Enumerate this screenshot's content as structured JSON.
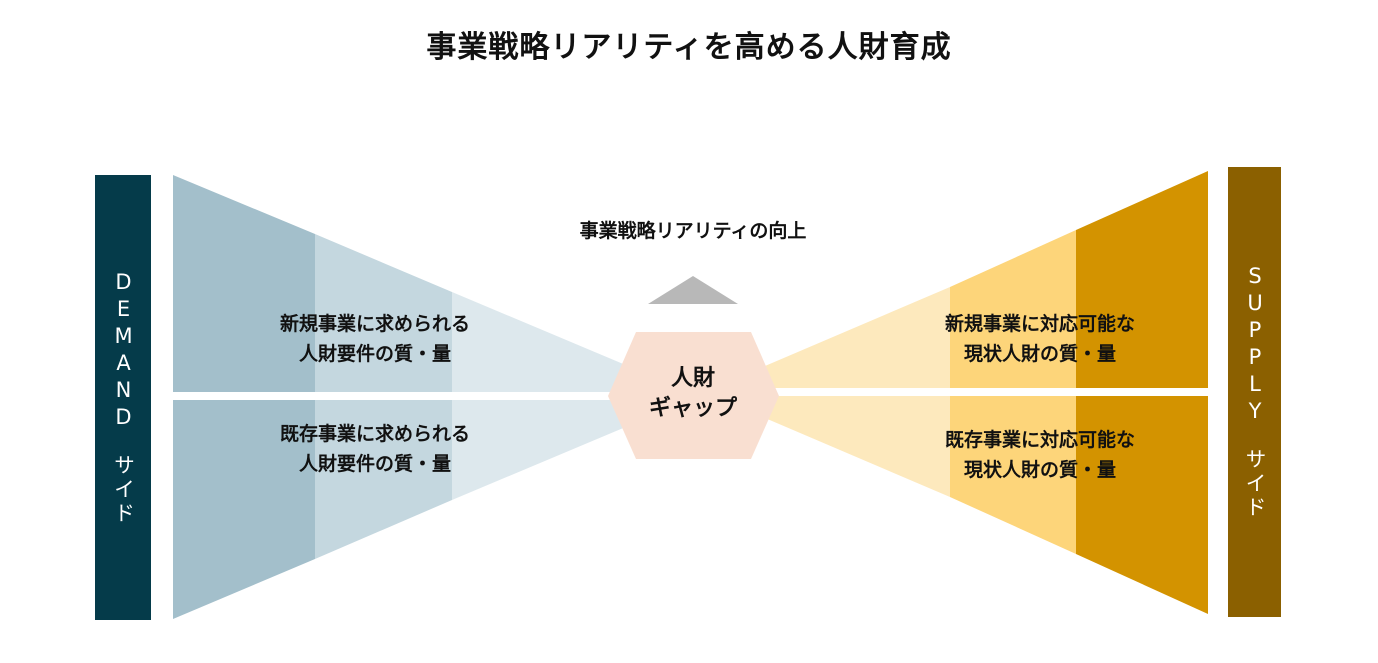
{
  "title": "事業戦略リアリティを高める人財育成",
  "demand": {
    "label_latin": "DEMAND",
    "label_kana": "サイド",
    "color": "#053b4a",
    "shades": [
      "#a3bfcb",
      "#c4d7df",
      "#dde8ed"
    ],
    "blocks": [
      {
        "line1": "新規事業に求められる",
        "line2": "人財要件の質・量"
      },
      {
        "line1": "既存事業に求められる",
        "line2": "人財要件の質・量"
      }
    ]
  },
  "supply": {
    "label_latin": "SUPPLY",
    "label_kana": "サイド",
    "color": "#8b6000",
    "shades": [
      "#d39300",
      "#fdd57a",
      "#fde9bd"
    ],
    "blocks": [
      {
        "line1": "新規事業に対応可能な",
        "line2": "現状人財の質・量"
      },
      {
        "line1": "既存事業に対応可能な",
        "line2": "現状人財の質・量"
      }
    ]
  },
  "center": {
    "line1": "人財",
    "line2": "ギャップ",
    "color": "#f9dfd1"
  },
  "improvement": {
    "label": "事業戦略リアリティの向上",
    "arrow_color": "#b8b8b8"
  }
}
